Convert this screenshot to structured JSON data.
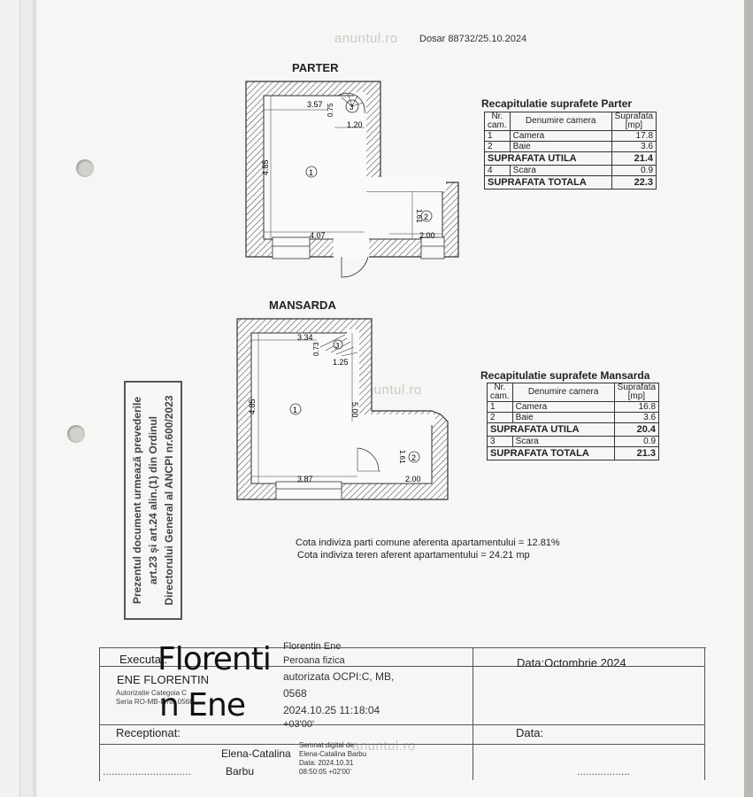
{
  "watermark": "anuntul.ro",
  "dosar": "Dosar 88732/25.10.2024",
  "plans": {
    "parter": {
      "title": "PARTER",
      "dims": [
        "3.57",
        "0.75",
        "1.20",
        "4.85",
        "4.07",
        "1.61",
        "2.00"
      ],
      "rooms": [
        "1",
        "2",
        "3"
      ]
    },
    "mansarda": {
      "title": "MANSARDA",
      "dims": [
        "3.34",
        "0.73",
        "1.25",
        "4.85",
        "5.00",
        "3.87",
        "1.61",
        "2.00"
      ],
      "rooms": [
        "1",
        "2",
        "3"
      ]
    }
  },
  "recap_parter": {
    "title": "Recapitulatie suprafete Parter",
    "header": {
      "nr": "Nr. cam.",
      "den": "Denumire camera",
      "sup": "Suprafata [mp]"
    },
    "rows": [
      {
        "nr": "1",
        "den": "Camera",
        "sup": "17.8"
      },
      {
        "nr": "2",
        "den": "Baie",
        "sup": "3.6"
      }
    ],
    "utila_label": "SUPRAFATA UTILA",
    "utila": "21.4",
    "scara": {
      "nr": "4",
      "den": "Scara",
      "sup": "0.9"
    },
    "totala_label": "SUPRAFATA TOTALA",
    "totala": "22.3"
  },
  "recap_mansarda": {
    "title": "Recapitulatie suprafete Mansarda",
    "header": {
      "nr": "Nr. cam.",
      "den": "Denumire camera",
      "sup": "Suprafata [mp]"
    },
    "rows": [
      {
        "nr": "1",
        "den": "Camera",
        "sup": "16.8"
      },
      {
        "nr": "2",
        "den": "Baie",
        "sup": "3.6"
      }
    ],
    "utila_label": "SUPRAFATA UTILA",
    "utila": "20.4",
    "scara": {
      "nr": "3",
      "den": "Scara",
      "sup": "0.9"
    },
    "totala_label": "SUPRAFATA TOTALA",
    "totala": "21.3"
  },
  "cota": {
    "parti": "Cota indiviza parti comune aferenta apartamentului = 12.81%",
    "teren": "Cota indiviza teren aferent apartamentului = 24.21  mp"
  },
  "stamp": {
    "lines": [
      "Prezentul document urmează prevederile",
      "art.23  și  art.24  alin.(1)  din  Ordinul",
      "Directorului General al ANCPI nr.600/2023"
    ]
  },
  "footer": {
    "executat": "Executat:",
    "name": "ENE FLORENTIN",
    "autorizatie": "Autorizatie Categoia C",
    "seria": "Seria RO-MB-F Nr. 0568",
    "signature": [
      "Florenti",
      "n Ene"
    ],
    "digital": [
      "Florentin Ene",
      "Peroana fizica",
      "autorizata OCPI:C, MB,",
      "0568",
      "2024.10.25 11:18:04",
      "+03'00'"
    ],
    "data_label": "Data:",
    "data_value": "Octombrie  2024",
    "receptionat": "Receptionat:",
    "data2_label": "Data:",
    "receiver": [
      "Elena-Catalina",
      "Barbu"
    ],
    "receiver_sig": [
      "Semnat digital de",
      "Elena-Catalina Barbu",
      "Data: 2024.10.31",
      "08:50:05 +02'00'"
    ],
    "dots": "..............................",
    "dots2": ".................."
  }
}
